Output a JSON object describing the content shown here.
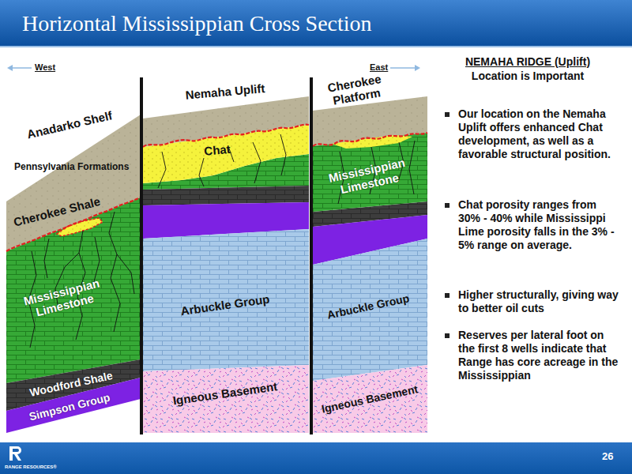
{
  "diagram": {
    "title": "Horizontal Mississippian Cross Section",
    "nodes": [
      {
        "text": [
          "Cherokee Shale"
        ]
      },
      {
        "text": [
          "Mississippian Limestone"
        ]
      },
      {
        "text": [
          "Woodford Shale"
        ]
      },
      {
        "text": [
          "Simpson Group"
        ]
      },
      {
        "text": [
          "Chat"
        ]
      },
      {
        "text": [
          "Arbuckle Group"
        ]
      },
      {
        "text": [
          "Igneous Basement"
        ]
      },
      {
        "text": [
          "Mississippian Limestone"
        ]
      },
      {
        "text": [
          "Arbuckle Group"
        ]
      },
      {
        "text": [
          "Igneous Basement"
        ]
      }
    ],
    "labels": [
      "West",
      "East",
      "Anadarko Shelf",
      "Nemaha Uplift",
      "Cherokee Platform",
      "Pennsylvania Formations",
      "NEMAHA RIDGE (Uplift)",
      "Location is Important",
      "Our location on the Nemaha Uplift offers enhanced Chat development, as well as a favorable structural position.",
      "Chat porosity ranges from 30% - 40% while Mississippi Lime porosity falls in the 3% - 5% range on average.",
      "Higher structurally, giving way to better oil cuts",
      "Reserves per lateral foot on the first 8 wells indicate that Range has core acreage in the Mississippian",
      "26",
      "RANGE RESOURCES®"
    ]
  }
}
